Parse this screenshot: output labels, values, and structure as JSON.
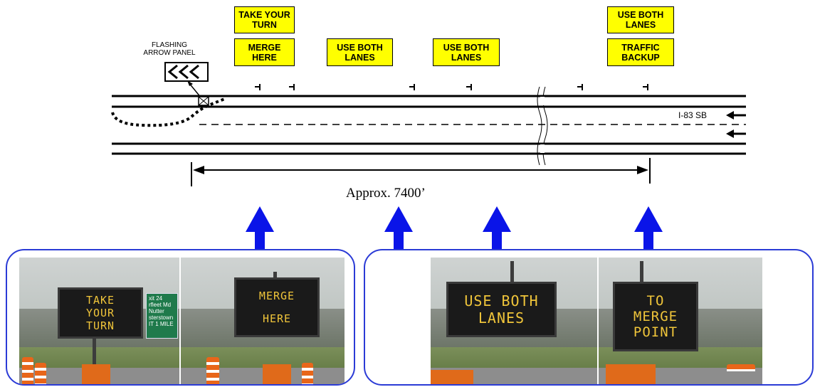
{
  "labels": {
    "flashing_arrow_panel": "FLASHING\nARROW PANEL",
    "route": "I-83 SB",
    "distance": "Approx. 7400’"
  },
  "signs": {
    "take_your_turn": "TAKE YOUR\nTURN",
    "merge_here": "MERGE\nHERE",
    "use_both_lanes_1": "USE BOTH\nLANES",
    "use_both_lanes_2": "USE BOTH\nLANES",
    "use_both_lanes_3": "USE BOTH\nLANES",
    "traffic_backup": "TRAFFIC\nBACKUP"
  },
  "photos": {
    "left_panel": {
      "vms_1": "TAKE\nYOUR\nTURN",
      "vms_2": "MERGE\n\nHERE",
      "green_sign": "xit 24\nrfleet Md\nNutter\nsterstown\nIT 1 MILE"
    },
    "right_panel": {
      "vms_3": "USE BOTH\nLANES",
      "vms_4": "TO\nMERGE\nPOINT"
    }
  },
  "colors": {
    "sign_fill": "#ffff00",
    "arrow_blue": "#0a14e8",
    "frame_blue": "#2b3bd6",
    "vms_text": "#f0c53a"
  }
}
